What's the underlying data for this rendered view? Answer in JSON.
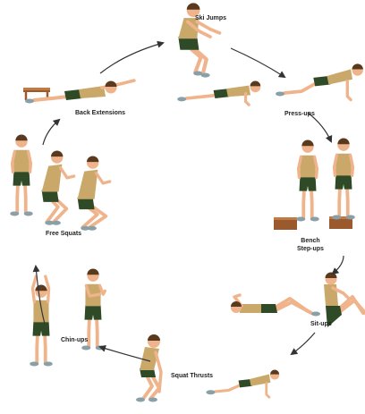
{
  "diagram": {
    "colors": {
      "skin": "#f0b48c",
      "shirt": "#c9a86a",
      "shorts": "#2f4a26",
      "hair": "#5a3a1e",
      "shoe": "#8aa0a8",
      "box": "#9a5a2e",
      "arrow": "#333333"
    },
    "stations": [
      {
        "key": "ski",
        "lines": [
          "Ski Jumps"
        ]
      },
      {
        "key": "press",
        "lines": [
          "Press-ups"
        ]
      },
      {
        "key": "bench",
        "lines": [
          "Bench",
          "Step-ups"
        ]
      },
      {
        "key": "situps",
        "lines": [
          "Sit-ups"
        ]
      },
      {
        "key": "thrusts",
        "lines": [
          "Squat Thrusts"
        ]
      },
      {
        "key": "chinups",
        "lines": [
          "Chin-ups"
        ]
      },
      {
        "key": "squats",
        "lines": [
          "Free Squats"
        ]
      },
      {
        "key": "backext",
        "lines": [
          "Back Extensions"
        ]
      }
    ]
  }
}
